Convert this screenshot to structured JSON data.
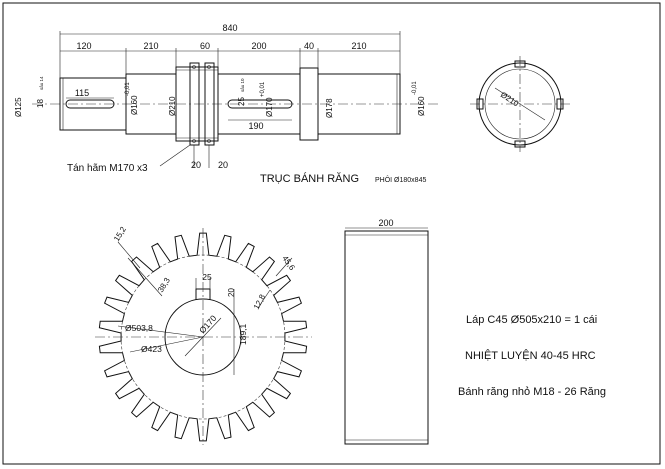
{
  "shaft": {
    "title": "TRỤC BÁNH RĂNG",
    "blank": "PHÔI Ø180x845",
    "overall": "840",
    "segments": [
      "120",
      "210",
      "60",
      "200",
      "40",
      "210"
    ],
    "dia_end_left": "Ø125",
    "dia_1": "Ø160",
    "dia_1_tol": "-0,01",
    "dia_2": "Ø210",
    "dia_3": "Ø170",
    "dia_3_tol": "+0,01",
    "dia_4": "Ø178",
    "dia_5": "Ø160",
    "dia_5_tol": "-0,01",
    "key_left_len": "115",
    "key_left_width": "18",
    "key_left_depth": "sâu 14",
    "key_mid_len": "190",
    "key_mid_width": "25",
    "key_mid_depth": "sâu 10",
    "thread_note": "Tán hãm M170 x3",
    "groove_1": "20",
    "groove_2": "20"
  },
  "end_view": {
    "dia": "Ø210"
  },
  "gear": {
    "dia_outer": "Ø503,8",
    "dia_root": "Ø423",
    "dia_bore": "Ø170",
    "keyway_width": "25",
    "keyway_offset": "20",
    "keyway_depth": "189,1",
    "tooth_tip": "15,2",
    "tooth_height": "38,3",
    "tooth_pitch": "45,6",
    "tooth_root": "12,8"
  },
  "gear_side": {
    "width": "200"
  },
  "notes": {
    "material": "Láp C45 Ø505x210 = 1 cái",
    "heat_treatment": "NHIỆT LUYỆN 40-45 HRC",
    "pinion": "Bánh răng nhỏ M18 - 26 Răng"
  }
}
